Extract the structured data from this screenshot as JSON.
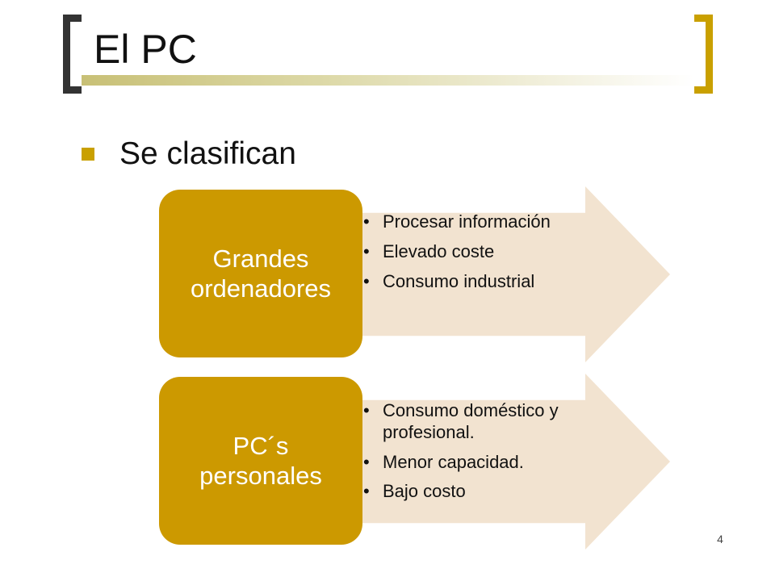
{
  "slide": {
    "title": "El PC",
    "bullet": "Se clasifican",
    "page_number": "4"
  },
  "diagram": {
    "groups": [
      {
        "label": "Grandes\nordenadores",
        "items": [
          "Procesar información",
          "Elevado coste",
          "Consumo industrial"
        ]
      },
      {
        "label": "PC´s\npersonales",
        "items": [
          "Consumo doméstico y profesional.",
          "Menor capacidad.",
          "Bajo costo"
        ]
      }
    ]
  },
  "colors": {
    "accent_gold": "#cc9900",
    "arrow_fill": "#f2e3d0",
    "title_bracket_left": "#333333",
    "title_bracket_right": "#c9a000"
  }
}
